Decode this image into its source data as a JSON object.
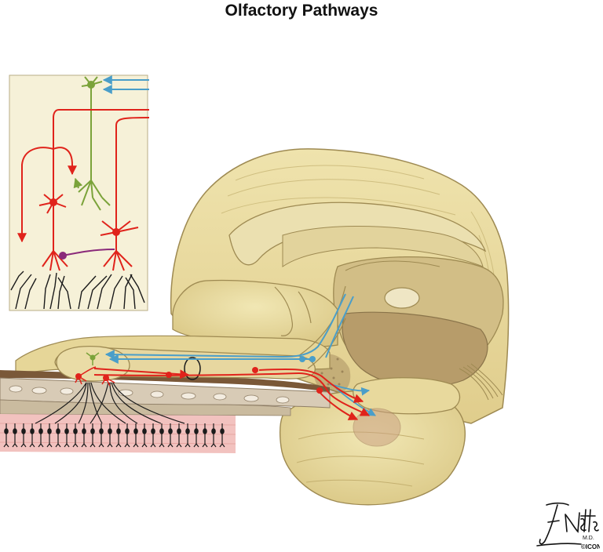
{
  "title": "Olfactory Pathways",
  "signature": {
    "name": "F. Netter M.D.",
    "copyright": "©ICON"
  },
  "colors": {
    "afferent": "#e0231b",
    "efferent": "#4a9ec9",
    "interneuron": "#7ba33a",
    "connector": "#8a2a7a",
    "brain_tissue": "#e6d698",
    "brain_outline": "#9e8a52",
    "inset_bg": "#f6f1d8",
    "bone": "#d8cbb6",
    "mucosa": "#f2c2bf"
  }
}
